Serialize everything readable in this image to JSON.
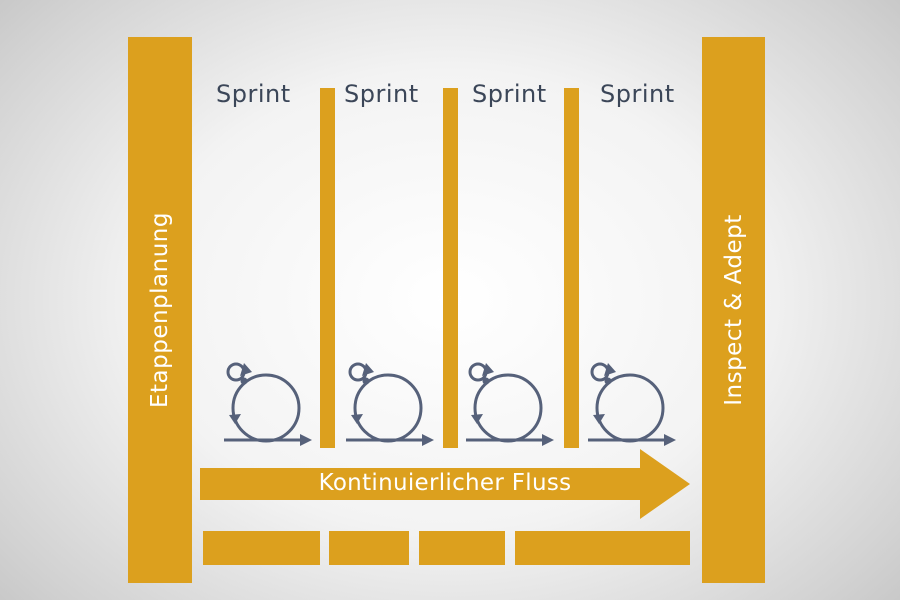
{
  "diagram": {
    "left_pillar_label": "Etappenplanung",
    "right_pillar_label": "Inspect & Adept",
    "sprints": [
      {
        "label": "Sprint"
      },
      {
        "label": "Sprint"
      },
      {
        "label": "Sprint"
      },
      {
        "label": "Sprint"
      }
    ],
    "flow_label": "Kontinuierlicher Fluss",
    "colors": {
      "accent": "#DCA01E",
      "text_dark": "#3b4658",
      "icon": "#56617a"
    },
    "icons": [
      "iteration-cycle-icon"
    ]
  }
}
